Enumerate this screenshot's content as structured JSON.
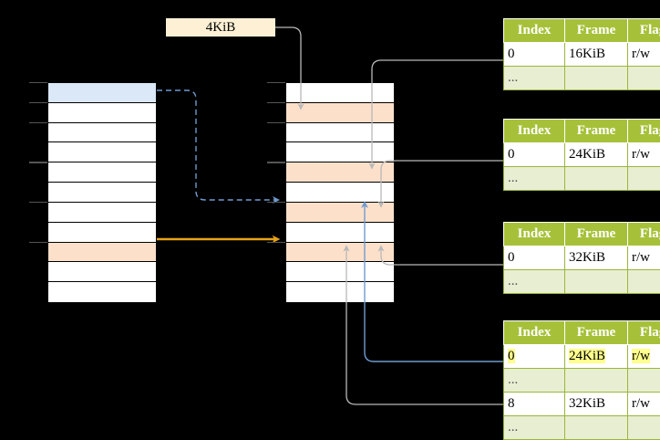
{
  "diagram": {
    "title": "page-table-walk-diagram",
    "background": "#000000",
    "size_label": {
      "text": "4KiB",
      "fill": "#fdf0d5"
    }
  },
  "colors": {
    "header_green": "#a6c139",
    "ellipsis_row": "#e8eed2",
    "highlight_yellow": "#ffff8d",
    "row_blue": "#dbe8f7",
    "row_orange": "#fce0ca",
    "arrow_orange": "#e8a317",
    "arrow_blue": "#6f9bd1",
    "arrow_grey": "#b3b3b3",
    "table_border": "#9ab63a"
  },
  "left_column": {
    "name": "virtual-address-space",
    "row_count": 11,
    "rows": [
      {
        "index": 0,
        "fill": "#dbe8f7",
        "tick": true
      },
      {
        "index": 1,
        "fill": "#ffffff",
        "tick": true
      },
      {
        "index": 2,
        "fill": "#ffffff",
        "tick": true
      },
      {
        "index": 3,
        "fill": "#ffffff",
        "tick": false
      },
      {
        "index": 4,
        "fill": "#ffffff",
        "tick": true
      },
      {
        "index": 5,
        "fill": "#ffffff",
        "tick": false
      },
      {
        "index": 6,
        "fill": "#ffffff",
        "tick": true
      },
      {
        "index": 7,
        "fill": "#ffffff",
        "tick": false
      },
      {
        "index": 8,
        "fill": "#fce0ca",
        "tick": true
      },
      {
        "index": 9,
        "fill": "#ffffff",
        "tick": false
      },
      {
        "index": 10,
        "fill": "#ffffff",
        "tick": false
      }
    ]
  },
  "middle_column": {
    "name": "physical-memory",
    "row_count": 11,
    "rows": [
      {
        "index": 0,
        "fill": "#ffffff",
        "tick": true
      },
      {
        "index": 1,
        "fill": "#fce0ca",
        "tick": true
      },
      {
        "index": 2,
        "fill": "#ffffff",
        "tick": true
      },
      {
        "index": 3,
        "fill": "#ffffff",
        "tick": false
      },
      {
        "index": 4,
        "fill": "#fce0ca",
        "tick": true
      },
      {
        "index": 5,
        "fill": "#ffffff",
        "tick": false
      },
      {
        "index": 6,
        "fill": "#fce0ca",
        "tick": true
      },
      {
        "index": 7,
        "fill": "#ffffff",
        "tick": false
      },
      {
        "index": 8,
        "fill": "#fce0ca",
        "tick": true
      },
      {
        "index": 9,
        "fill": "#ffffff",
        "tick": false
      },
      {
        "index": 10,
        "fill": "#ffffff",
        "tick": false
      }
    ]
  },
  "page_tables": [
    {
      "name": "page-table-level-1",
      "columns": [
        "Index",
        "Frame",
        "Flags"
      ],
      "rows": [
        {
          "index": "0",
          "frame": "16KiB",
          "flags": "r/w",
          "ellipsis": false,
          "highlight": false
        },
        {
          "index": "...",
          "frame": "",
          "flags": "",
          "ellipsis": true,
          "highlight": false
        }
      ]
    },
    {
      "name": "page-table-level-2",
      "columns": [
        "Index",
        "Frame",
        "Flags"
      ],
      "rows": [
        {
          "index": "0",
          "frame": "24KiB",
          "flags": "r/w",
          "ellipsis": false,
          "highlight": false
        },
        {
          "index": "...",
          "frame": "",
          "flags": "",
          "ellipsis": true,
          "highlight": false
        }
      ]
    },
    {
      "name": "page-table-level-3",
      "columns": [
        "Index",
        "Frame",
        "Flags"
      ],
      "rows": [
        {
          "index": "0",
          "frame": "32KiB",
          "flags": "r/w",
          "ellipsis": false,
          "highlight": false
        },
        {
          "index": "...",
          "frame": "",
          "flags": "",
          "ellipsis": true,
          "highlight": false
        }
      ]
    },
    {
      "name": "page-table-level-4",
      "columns": [
        "Index",
        "Frame",
        "Flags"
      ],
      "rows": [
        {
          "index": "0",
          "frame": "24KiB",
          "flags": "r/w",
          "ellipsis": false,
          "highlight": true
        },
        {
          "index": "...",
          "frame": "",
          "flags": "",
          "ellipsis": true,
          "highlight": false
        },
        {
          "index": "8",
          "frame": "32KiB",
          "flags": "r/w",
          "ellipsis": false,
          "highlight": false
        },
        {
          "index": "...",
          "frame": "",
          "flags": "",
          "ellipsis": true,
          "highlight": false
        }
      ]
    }
  ]
}
